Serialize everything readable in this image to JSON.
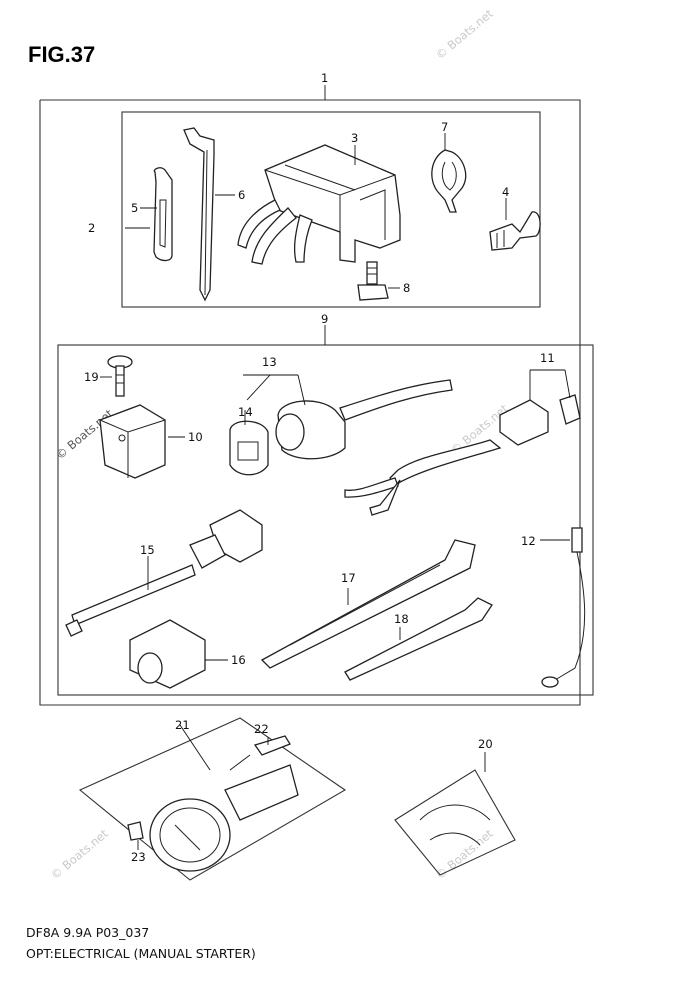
{
  "figure_title": "FIG.37",
  "footer": {
    "model_code": "DF8A 9.9A P03_037",
    "description": "OPT:ELECTRICAL (MANUAL STARTER)"
  },
  "watermark": "© Boats.net",
  "callouts": [
    "1",
    "2",
    "3",
    "4",
    "5",
    "6",
    "7",
    "8",
    "9",
    "10",
    "11",
    "12",
    "13",
    "14",
    "15",
    "16",
    "17",
    "18",
    "19",
    "20",
    "21",
    "22",
    "23"
  ]
}
